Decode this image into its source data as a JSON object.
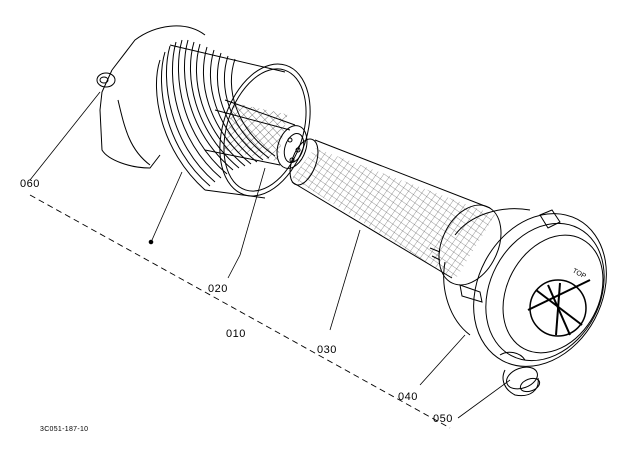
{
  "diagram": {
    "part_labels": {
      "p060": "060",
      "p020": "020",
      "p010": "010",
      "p030": "030",
      "p040": "040",
      "p050": "050"
    },
    "top_mark": "TOP",
    "drawing_code": "3C051-187-10",
    "line_color": "#000000",
    "background": "#ffffff"
  }
}
